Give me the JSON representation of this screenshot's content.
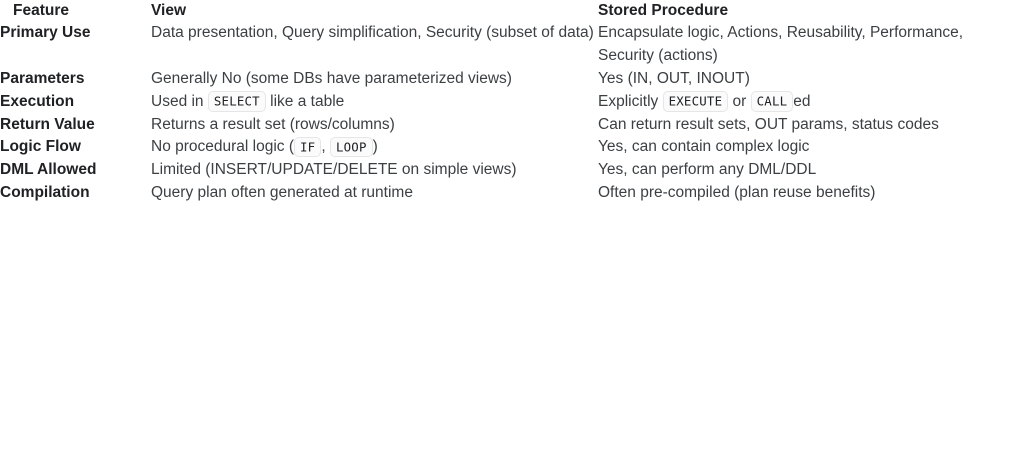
{
  "table": {
    "columns": [
      "Feature",
      "View",
      "Stored Procedure"
    ],
    "rows": [
      {
        "feature": "Primary Use",
        "view": {
          "text": "Data presentation, Query simplification, Security (subset of data)"
        },
        "procedure": {
          "text": "Encapsulate logic, Actions, Reusability, Performance, Security (actions)"
        }
      },
      {
        "feature": "Parameters",
        "view": {
          "text": "Generally No (some DBs have parameterized views)"
        },
        "procedure": {
          "text": "Yes (IN, OUT, INOUT)"
        }
      },
      {
        "feature": "Execution",
        "view": {
          "parts": [
            {
              "type": "text",
              "text": "Used in "
            },
            {
              "type": "code",
              "text": "SELECT"
            },
            {
              "type": "text",
              "text": " like a table"
            }
          ]
        },
        "procedure": {
          "parts": [
            {
              "type": "text",
              "text": "Explicitly "
            },
            {
              "type": "code",
              "text": "EXECUTE"
            },
            {
              "type": "text",
              "text": " or "
            },
            {
              "type": "code",
              "text": "CALL"
            },
            {
              "type": "text",
              "text": "ed"
            }
          ]
        }
      },
      {
        "feature": "Return Value",
        "view": {
          "text": "Returns a result set (rows/columns)"
        },
        "procedure": {
          "text": "Can return result sets, OUT params, status codes"
        }
      },
      {
        "feature": "Logic Flow",
        "view": {
          "parts": [
            {
              "type": "text",
              "text": "No procedural logic ("
            },
            {
              "type": "code",
              "text": "IF"
            },
            {
              "type": "text",
              "text": ", "
            },
            {
              "type": "code",
              "text": "LOOP"
            },
            {
              "type": "text",
              "text": ")"
            }
          ]
        },
        "procedure": {
          "text": "Yes, can contain complex logic"
        }
      },
      {
        "feature": "DML Allowed",
        "view": {
          "text": "Limited (INSERT/UPDATE/DELETE on simple views)"
        },
        "procedure": {
          "text": "Yes, can perform any DML/DDL"
        }
      },
      {
        "feature": "Compilation",
        "view": {
          "text": "Query plan often generated at runtime"
        },
        "procedure": {
          "text": "Often pre-compiled (plan reuse benefits)"
        }
      }
    ]
  },
  "colors": {
    "background": "#ffffff",
    "heading_text": "#202124",
    "body_text": "#3c4043",
    "code_background": "#fbfbfb",
    "code_border": "#e4e6e8"
  }
}
